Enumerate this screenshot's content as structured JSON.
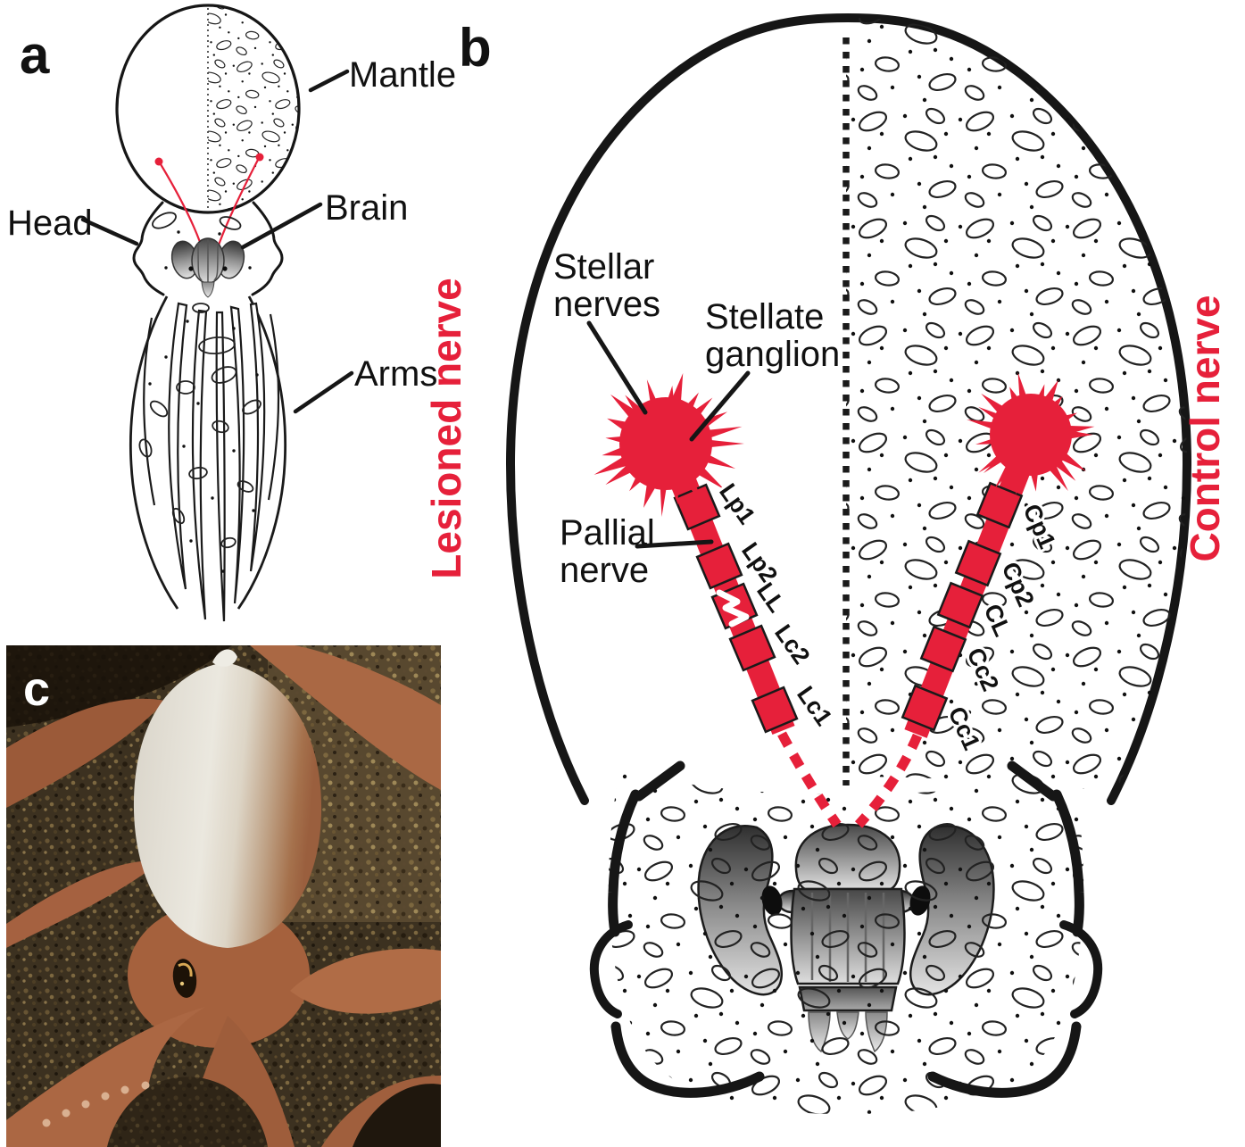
{
  "colors": {
    "nerve_red": "#e6203a",
    "line_black": "#161616",
    "photo_letter_white": "#ffffff"
  },
  "panel_a": {
    "letter": "a",
    "labels": {
      "mantle": "Mantle",
      "head": "Head",
      "brain": "Brain",
      "arms": "Arms"
    }
  },
  "panel_b": {
    "letter": "b",
    "left_side_label": "Lesioned nerve",
    "right_side_label": "Control nerve",
    "stellar_nerves": {
      "line1": "Stellar",
      "line2": "nerves"
    },
    "stellate_ganglion": {
      "line1": "Stellate",
      "line2": "ganglion"
    },
    "pallial_nerve": {
      "line1": "Pallial",
      "line2": "nerve"
    },
    "left_segments": [
      "Lp1",
      "Lp2",
      "LL",
      "Lc2",
      "Lc1"
    ],
    "right_segments": [
      "Cp1",
      "Cp2",
      "CL",
      "Cc2",
      "Cc1"
    ]
  },
  "panel_c": {
    "letter": "c"
  }
}
